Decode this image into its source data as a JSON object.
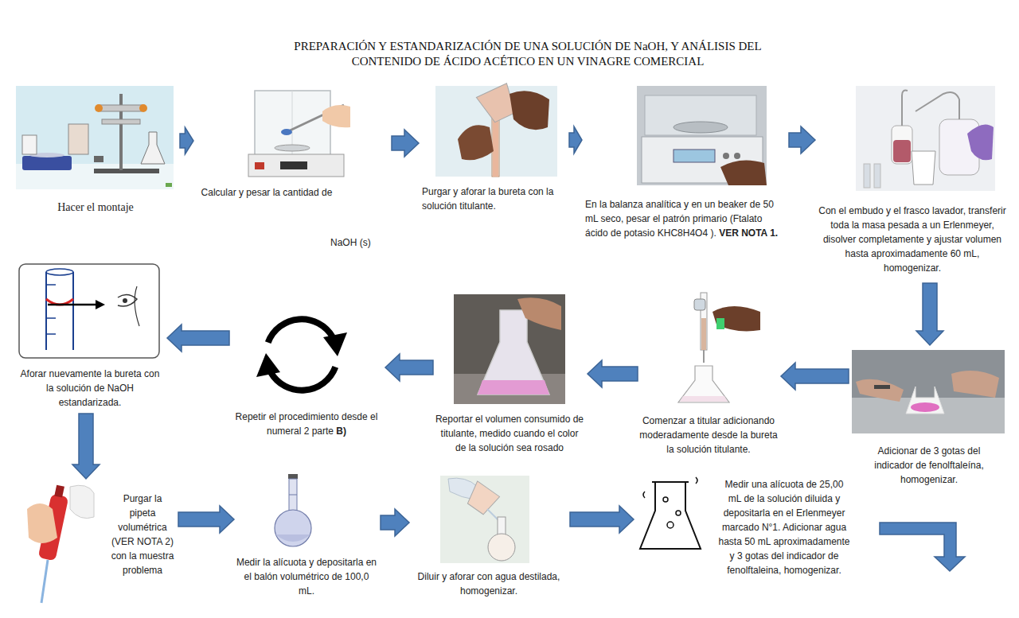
{
  "diagram": {
    "title": "PREPARACIÓN Y ESTANDARIZACIÓN DE UNA SOLUCIÓN DE NaOH, Y ANÁLISIS DEL CONTENIDO DE ÁCIDO ACÉTICO EN UN VINAGRE COMERCIAL",
    "nodes": [
      {
        "text": [
          "Hacer el montaje"
        ]
      },
      {
        "text": [
          "Calcular y pesar la cantidad de",
          "NaOH (s)"
        ]
      },
      {
        "text": [
          "Purgar y aforar la bureta con la solución titulante."
        ]
      },
      {
        "text": [
          "En la balanza analítica y en un beaker de 50 mL seco, pesar el patrón primario (Ftalato ácido de potasio KHC8H4O4 ).",
          "VER NOTA 1."
        ]
      },
      {
        "text": [
          "Con el embudo y el frasco lavador, transferir toda la masa pesada a un Erlenmeyer, disolver completamente y ajustar volumen hasta aproximadamente 60 mL, homogenizar."
        ]
      },
      {
        "text": [
          "Adicionar de 3 gotas del indicador de fenolftaleína, homogenizar."
        ]
      },
      {
        "text": [
          "Comenzar a titular adicionando moderadamente desde la bureta la solución titulante."
        ]
      },
      {
        "text": [
          "Reportar el volumen consumido de titulante, medido cuando el color de la solución sea rosado"
        ]
      },
      {
        "text": [
          "Repetir el procedimiento desde el numeral 2 parte",
          "B)"
        ]
      },
      {
        "text": [
          "Aforar nuevamente la bureta con la solución de NaOH estandarizada."
        ]
      },
      {
        "text": [
          "Purgar la pipeta volumétrica (VER NOTA 2) con la muestra problema"
        ]
      },
      {
        "text": [
          "Medir la alícuota y depositarla en el balón volumétrico de 100,0 mL."
        ]
      },
      {
        "text": [
          "Diluir y aforar con agua destilada, homogenizar."
        ]
      },
      {
        "text": [
          "Medir una alícuota de 25,00 mL de la solución diluida y depositarla en el Erlenmeyer marcado N°1. Adicionar agua hasta 50 mL aproximadamente y 3 gotas del indicador de fenolftaleina, homogenizar."
        ]
      }
    ],
    "edges": [
      {
        "from": 0,
        "to": 1,
        "arrow": "to"
      },
      {
        "from": 1,
        "to": 2,
        "arrow": "to"
      },
      {
        "from": 2,
        "to": 3,
        "arrow": "to"
      },
      {
        "from": 3,
        "to": 4,
        "arrow": "to"
      },
      {
        "from": 4,
        "to": 5,
        "arrow": "to"
      },
      {
        "from": 5,
        "to": 6,
        "arrow": "to"
      },
      {
        "from": 6,
        "to": 7,
        "arrow": "to"
      },
      {
        "from": 7,
        "to": 8,
        "arrow": "to"
      },
      {
        "from": 8,
        "to": 9,
        "arrow": "to"
      },
      {
        "from": 9,
        "to": 10,
        "arrow": "to"
      },
      {
        "from": 10,
        "to": 11,
        "arrow": "to"
      },
      {
        "from": 11,
        "to": 12,
        "arrow": "to"
      },
      {
        "from": 12,
        "to": 13,
        "arrow": "to"
      }
    ]
  }
}
